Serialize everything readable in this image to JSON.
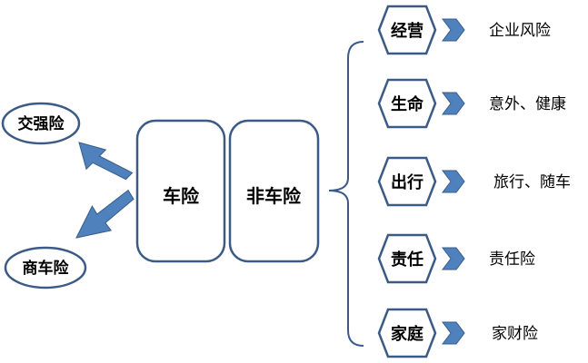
{
  "left_items": [
    {
      "label": "交强险"
    },
    {
      "label": "商车险"
    }
  ],
  "main_boxes": [
    {
      "label": "车险"
    },
    {
      "label": "非车险"
    }
  ],
  "categories": [
    {
      "label": "经营",
      "description": "企业风险"
    },
    {
      "label": "生命",
      "description": "意外、健康"
    },
    {
      "label": "出行",
      "description": "旅行、随车"
    },
    {
      "label": "责任",
      "description": "责任险"
    },
    {
      "label": "家庭",
      "description": "家财险"
    }
  ],
  "colors": {
    "outline": "#3b5b86",
    "arrow_fill": "#4f81bd",
    "arrow_stroke": "#385d8a",
    "hexagon_fill": "#ffffff",
    "box_fill": "#ffffff"
  }
}
